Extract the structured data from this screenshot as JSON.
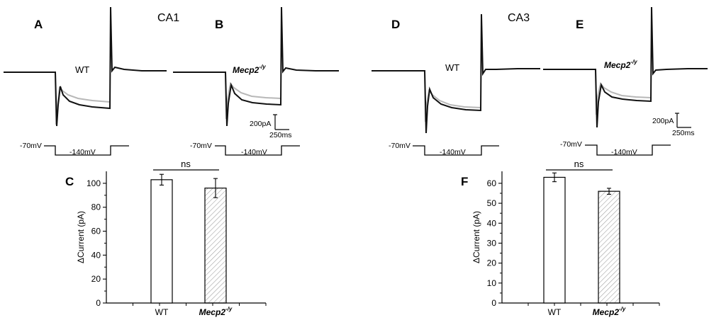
{
  "figure": {
    "sections": [
      {
        "title": "CA1",
        "trace_panels": [
          {
            "letter": "A",
            "genotype": "WT",
            "genotype_italic": false,
            "genotype_sup": ""
          },
          {
            "letter": "B",
            "genotype": "Mecp2",
            "genotype_italic": true,
            "genotype_sup": "-/y"
          }
        ],
        "holding_label": "-70mV",
        "step_label": "-140mV",
        "scale_current": "200pA",
        "scale_time": "250ms"
      },
      {
        "title": "CA3",
        "trace_panels": [
          {
            "letter": "D",
            "genotype": "WT",
            "genotype_italic": false,
            "genotype_sup": ""
          },
          {
            "letter": "E",
            "genotype": "Mecp2",
            "genotype_italic": true,
            "genotype_sup": "-/y"
          }
        ],
        "holding_label": "-70mV",
        "step_label": "-140mV",
        "scale_current": "200pA",
        "scale_time": "250ms"
      }
    ]
  },
  "colors": {
    "trace_control": "#111111",
    "trace_drug": "#b8b8b8",
    "bar_wt_fill": "#ffffff",
    "bar_ko_hatch": "#9a9a9a",
    "axis": "#000000"
  },
  "chart_data": [
    {
      "type": "bar",
      "panel": "C",
      "categories": [
        "WT",
        "Mecp2"
      ],
      "category_sup": [
        "",
        "-/y"
      ],
      "category_italic": [
        false,
        true
      ],
      "values": [
        103,
        96
      ],
      "errors": [
        4.5,
        8
      ],
      "ylabel": "ΔCurrent (pA)",
      "ylim": [
        0,
        110
      ],
      "yticks": [
        0,
        20,
        40,
        60,
        80,
        100
      ],
      "significance": "ns",
      "bar_styles": [
        "open",
        "hatched"
      ]
    },
    {
      "type": "bar",
      "panel": "F",
      "categories": [
        "WT",
        "Mecp2"
      ],
      "category_sup": [
        "",
        "-/y"
      ],
      "category_italic": [
        false,
        true
      ],
      "values": [
        63,
        56
      ],
      "errors": [
        2.2,
        1.5
      ],
      "ylabel": "ΔCurrent (pA)",
      "ylim": [
        0,
        66
      ],
      "yticks": [
        0,
        10,
        20,
        30,
        40,
        50,
        60
      ],
      "significance": "ns",
      "bar_styles": [
        "open",
        "hatched"
      ]
    }
  ]
}
